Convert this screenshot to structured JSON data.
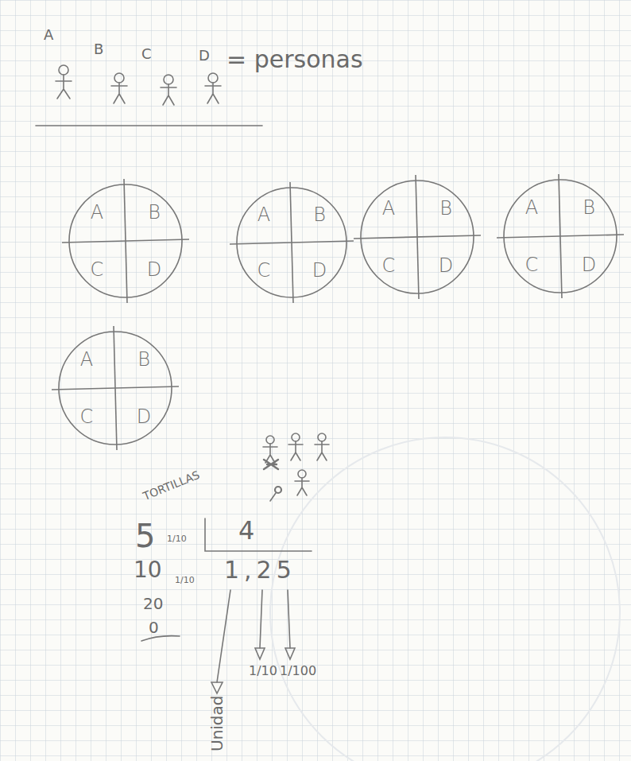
{
  "diagram": {
    "nodes": [
      {
        "text": [
          "A",
          "B",
          "C",
          "D"
        ]
      },
      {
        "text": [
          "A",
          "B",
          "C",
          "D"
        ]
      },
      {
        "text": [
          "A",
          "B",
          "C",
          "D"
        ]
      },
      {
        "text": [
          "A",
          "B",
          "C",
          "D"
        ]
      },
      {
        "text": [
          "A",
          "B",
          "C",
          "D"
        ]
      }
    ],
    "labels": [
      "A",
      "B",
      "C",
      "D",
      "= personas",
      "TORTILLAS",
      "5",
      "4",
      "1/10",
      "10",
      "1/10",
      "20",
      "0",
      "1,25",
      "Unidad",
      "1/10",
      "1/100"
    ]
  }
}
